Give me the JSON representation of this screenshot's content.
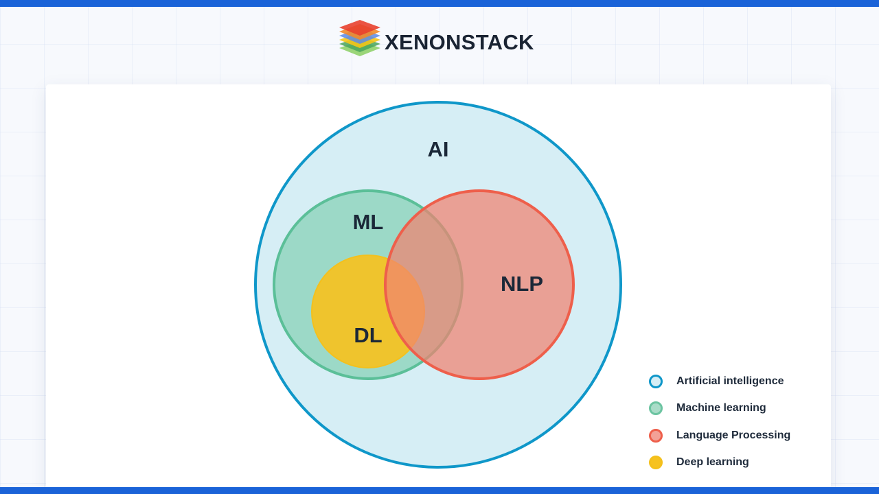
{
  "brand": {
    "name": "XENONSTACK",
    "logo_icon": "layered-stack-logo"
  },
  "theme": {
    "frame_bar": "#1a63d8",
    "card_bg": "#ffffff",
    "text": "#1b2838"
  },
  "diagram": {
    "sets": [
      {
        "key": "ai",
        "label": "AI",
        "fill": "#d6eef5",
        "stroke": "#0f97c9"
      },
      {
        "key": "ml",
        "label": "ML",
        "fill": "#8fd4bd",
        "stroke": "#5bbf98"
      },
      {
        "key": "dl",
        "label": "DL",
        "fill": "#f6c21f",
        "stroke": "#f4c01c"
      },
      {
        "key": "nlp",
        "label": "NLP",
        "fill": "#f08270",
        "stroke": "#ee5f4b"
      }
    ],
    "relations": [
      {
        "set": "ml",
        "relation": "subset-of",
        "of": "ai"
      },
      {
        "set": "nlp",
        "relation": "subset-of",
        "of": "ai"
      },
      {
        "set": "dl",
        "relation": "subset-of",
        "of": "ml"
      },
      {
        "set": "dl",
        "relation": "overlaps",
        "with": "nlp"
      },
      {
        "set": "ml",
        "relation": "overlaps",
        "with": "nlp"
      }
    ]
  },
  "legend": {
    "items": [
      {
        "label": "Artificial intelligence",
        "fill": "#d6eef5",
        "stroke": "#0f97c9"
      },
      {
        "label": "Machine learning",
        "fill": "#a9dcc8",
        "stroke": "#6cc4a1"
      },
      {
        "label": "Language Processing",
        "fill": "#f3a197",
        "stroke": "#ee5f4b"
      },
      {
        "label": "Deep learning",
        "fill": "#f6c21f",
        "stroke": "#f4c01c"
      }
    ]
  }
}
